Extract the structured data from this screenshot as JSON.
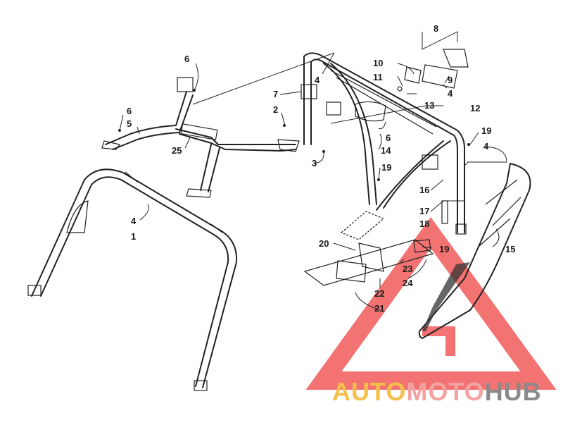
{
  "callouts": [
    {
      "id": "c1",
      "text": "1"
    },
    {
      "id": "c2",
      "text": "2"
    },
    {
      "id": "c3",
      "text": "3"
    },
    {
      "id": "c4a",
      "text": "4"
    },
    {
      "id": "c4b",
      "text": "4"
    },
    {
      "id": "c4c",
      "text": "4"
    },
    {
      "id": "c4d",
      "text": "4"
    },
    {
      "id": "c5",
      "text": "5"
    },
    {
      "id": "c6a",
      "text": "6"
    },
    {
      "id": "c6b",
      "text": "6"
    },
    {
      "id": "c6c",
      "text": "6"
    },
    {
      "id": "c7",
      "text": "7"
    },
    {
      "id": "c8",
      "text": "8"
    },
    {
      "id": "c9",
      "text": "9"
    },
    {
      "id": "c10",
      "text": "10"
    },
    {
      "id": "c11",
      "text": "11"
    },
    {
      "id": "c12",
      "text": "12"
    },
    {
      "id": "c13",
      "text": "13"
    },
    {
      "id": "c14",
      "text": "14"
    },
    {
      "id": "c15",
      "text": "15"
    },
    {
      "id": "c16",
      "text": "16"
    },
    {
      "id": "c17",
      "text": "17"
    },
    {
      "id": "c18",
      "text": "18"
    },
    {
      "id": "c19a",
      "text": "19"
    },
    {
      "id": "c19b",
      "text": "19"
    },
    {
      "id": "c19c",
      "text": "19"
    },
    {
      "id": "c20",
      "text": "20"
    },
    {
      "id": "c21",
      "text": "21"
    },
    {
      "id": "c22",
      "text": "22"
    },
    {
      "id": "c23",
      "text": "23"
    },
    {
      "id": "c24",
      "text": "24"
    },
    {
      "id": "c25",
      "text": "25"
    }
  ],
  "watermark": {
    "part1": "AUTO",
    "part2": "MOTO",
    "part3": "HUB",
    "colors": {
      "part1": "#f5c04a",
      "part2": "#f4a3a3",
      "part3": "#8a8a8a",
      "triangle": "#f15a5a"
    }
  }
}
